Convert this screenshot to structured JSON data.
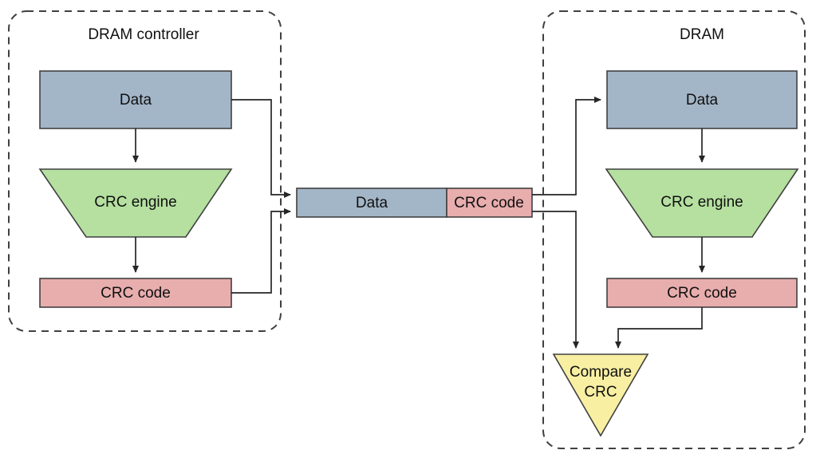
{
  "diagram": {
    "title_left": "DRAM controller",
    "title_right": "DRAM",
    "colors": {
      "data_blue": "#A3B6C8",
      "crc_green": "#B5E0A0",
      "crc_pink": "#E8ADAD",
      "compare_yellow": "#F8EFA2",
      "shape_outline": "#404040",
      "wire": "#262626",
      "panel_dash": "#404040",
      "text": "#101010",
      "background": "#FFFFFF"
    },
    "left_panel": {
      "label": "DRAM controller",
      "blocks": {
        "data": "Data",
        "crc_engine": "CRC engine",
        "crc_code": "CRC code"
      }
    },
    "right_panel": {
      "label": "DRAM",
      "blocks": {
        "data": "Data",
        "crc_engine": "CRC engine",
        "crc_code": "CRC code",
        "compare_line1": "Compare",
        "compare_line2": "CRC"
      }
    },
    "packet": {
      "data_field": "Data",
      "crc_field": "CRC code"
    }
  }
}
